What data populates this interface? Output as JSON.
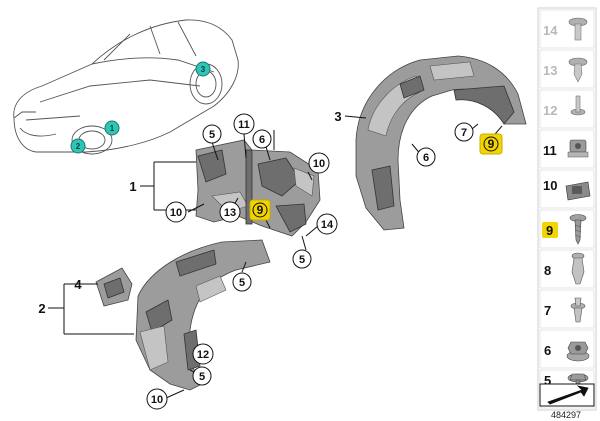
{
  "diagram": {
    "document_number": "484297",
    "colors": {
      "highlight": "#f2d400",
      "car_marker": "#2ec4b6",
      "legend_faded_text": "#b8b8b8",
      "legend_text": "#111111",
      "part_gray": "#9c9c9c"
    },
    "car_markers": [
      "3",
      "1",
      "2"
    ],
    "callouts": {
      "left_group": "1",
      "lower_group": "2",
      "right_liner": "3",
      "bracket_lower": "4",
      "c5a": "5",
      "c5b": "5",
      "c5c": "5",
      "c5d": "5",
      "c6a": "6",
      "c6b": "6",
      "c7": "7",
      "c9_left": "9",
      "c9_right": "9",
      "c10a": "10",
      "c10b": "10",
      "c10c": "10",
      "c11": "11",
      "c12": "12",
      "c13": "13",
      "c14": "14"
    },
    "legend": [
      {
        "label": "14",
        "faded": true,
        "icon": "expanding-rivet-icon"
      },
      {
        "label": "13",
        "faded": true,
        "icon": "push-rivet-icon"
      },
      {
        "label": "12",
        "faded": true,
        "icon": "plastic-rivet-icon"
      },
      {
        "label": "11",
        "faded": false,
        "icon": "spring-nut-icon"
      },
      {
        "label": "10",
        "faded": false,
        "icon": "clip-nut-icon"
      },
      {
        "label": "9",
        "faded": false,
        "highlight": true,
        "icon": "screw-icon"
      },
      {
        "label": "8",
        "faded": false,
        "icon": "spreader-rivet-icon"
      },
      {
        "label": "7",
        "faded": false,
        "icon": "expanding-clip-icon"
      },
      {
        "label": "6",
        "faded": false,
        "icon": "hex-collar-nut-icon"
      },
      {
        "label": "5",
        "faded": false,
        "icon": "flange-screw-icon"
      }
    ],
    "footer_icon": "continue-arrow-icon"
  }
}
